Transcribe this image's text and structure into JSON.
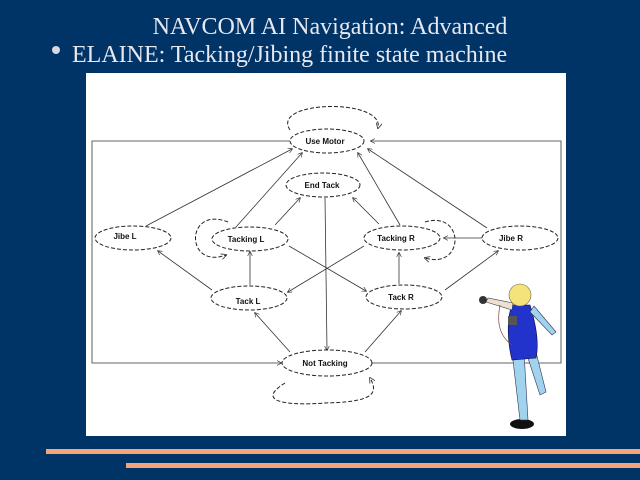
{
  "slide": {
    "title": "NAVCOM AI Navigation: Advanced",
    "bullet": "ELAINE: Tacking/Jibing finite state machine"
  },
  "diagram": {
    "states": {
      "use_motor": "Use Motor",
      "end_tack": "End Tack",
      "jibe_l": "Jibe L",
      "tacking_l": "Tacking L",
      "tacking_r": "Tacking R",
      "jibe_r": "Jibe R",
      "tack_l": "Tack L",
      "tack_r": "Tack R",
      "not_tacking": "Not Tacking"
    }
  },
  "colors": {
    "background": "#003366",
    "accent_bars": "#f4a47c"
  }
}
